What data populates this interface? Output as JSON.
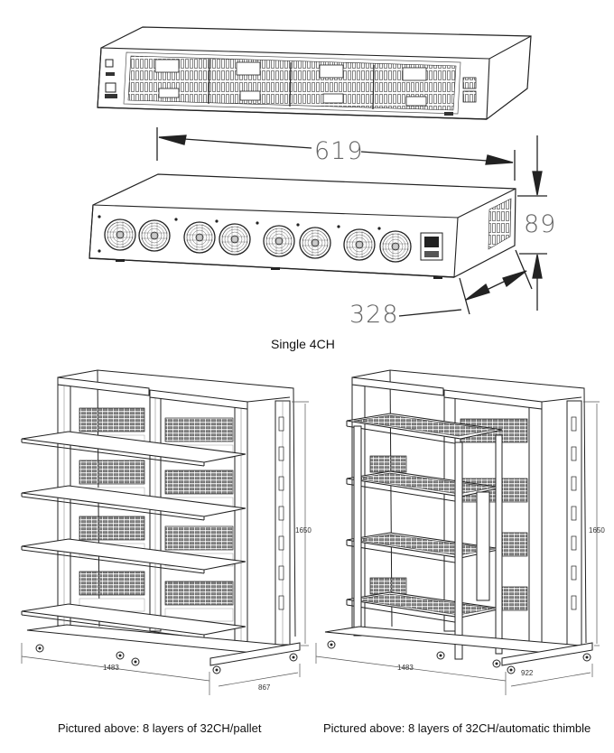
{
  "top_unit": {
    "caption": "Single 4CH",
    "dim_width": "619",
    "dim_height": "89",
    "dim_depth": "328"
  },
  "rack_pallet": {
    "dim_height": "1650",
    "dim_width": "1483",
    "dim_depth": "867",
    "caption": "Pictured above: 8 layers of 32CH/pallet"
  },
  "rack_thimble": {
    "dim_height": "1650",
    "dim_width": "1483",
    "dim_depth": "922",
    "caption": "Pictured above: 8 layers of 32CH/automatic thimble"
  }
}
